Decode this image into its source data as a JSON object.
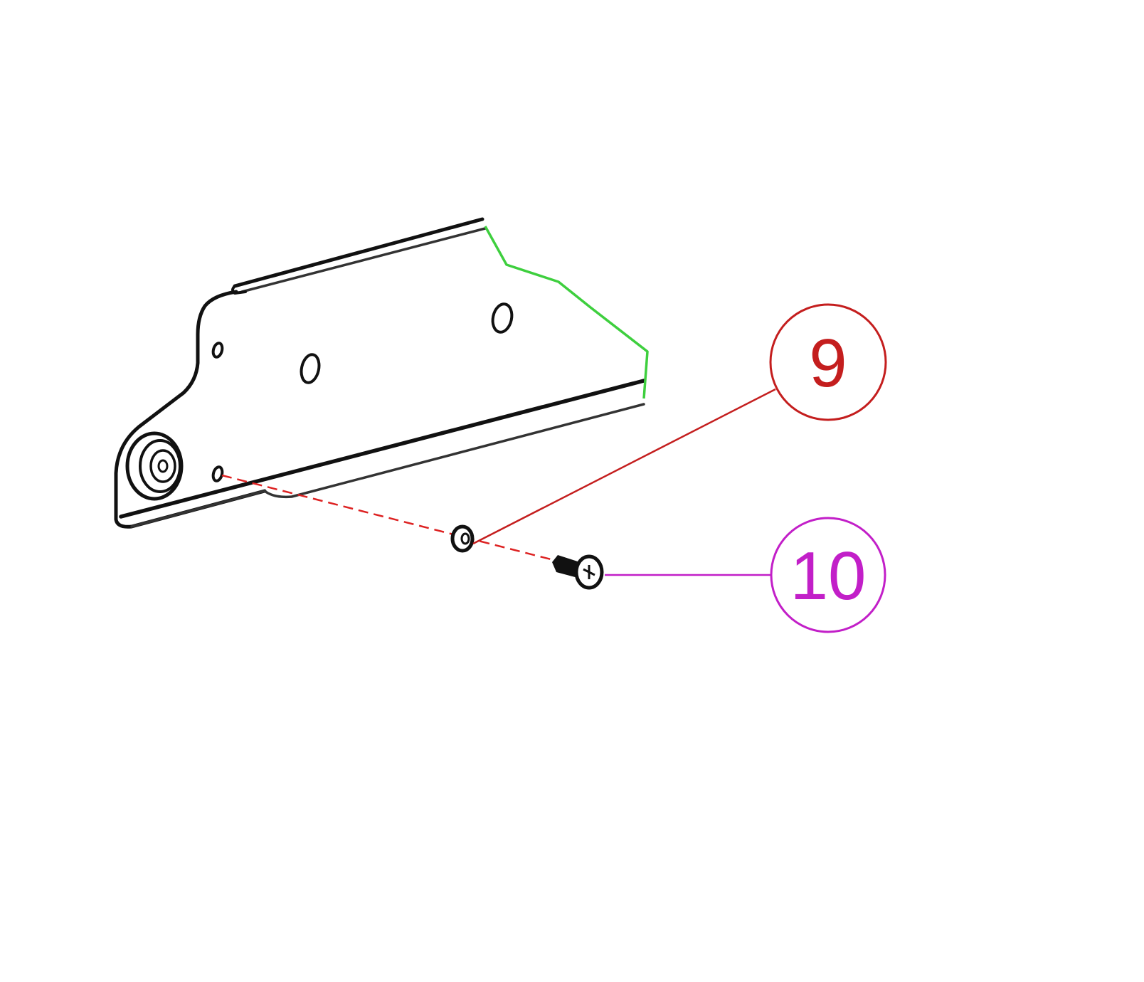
{
  "diagram": {
    "type": "exploded parts view",
    "colors": {
      "outline": "#111111",
      "cut_edge": "#3ecf3e",
      "callout_9": "#c41e1e",
      "callout_10": "#c21fc8",
      "background": "#ffffff"
    },
    "callouts": [
      {
        "label": "9",
        "part": "bushing"
      },
      {
        "label": "10",
        "part": "screw"
      }
    ]
  }
}
